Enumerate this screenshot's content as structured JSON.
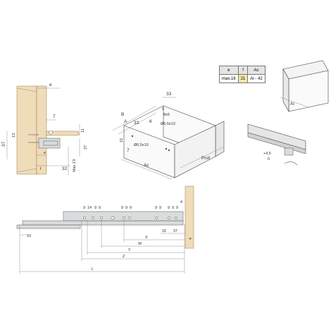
{
  "spec_table": {
    "headers": [
      "e",
      "f",
      "Ac"
    ],
    "row": [
      "max.16",
      "21",
      "Ai - 42"
    ],
    "colors": {
      "header_bg": "#e4e4e4",
      "highlight": "#f3e6a8"
    }
  },
  "side_section": {
    "labels": {
      "e": "e",
      "n7": "7",
      "n37": "37",
      "n13": "13",
      "n11": "11",
      "n27": "27",
      "f": "f",
      "n32": "32",
      "max13": "Max.13"
    }
  },
  "drawer_view": {
    "labels": {
      "n33_top": "33",
      "B": "B",
      "A": "A",
      "n33": "33",
      "n6": "6",
      "n5": "5",
      "n8x9": "8x9",
      "d6513_a": "Ø6,5x13",
      "n15": "15",
      "n7": "7",
      "d6510": "Ø6,5x10",
      "Ac": "Ac",
      "Prof": "Prof"
    }
  },
  "cabinet": {
    "label": "Ai"
  },
  "rail_adjust": {
    "labels": {
      "plus45": "+4,5",
      "zero": "0"
    }
  },
  "slide_view": {
    "hole_labels": [
      "9",
      "14",
      "9",
      "9",
      "9",
      "9",
      "9",
      "9",
      "9",
      "9",
      "9",
      "9"
    ],
    "labels": {
      "n4_top": "4",
      "n10": "10",
      "X": "X",
      "n32": "32",
      "n37": "37",
      "W": "W",
      "Y": "Y",
      "Z": "Z",
      "L": "L",
      "n4_side": "4"
    }
  }
}
